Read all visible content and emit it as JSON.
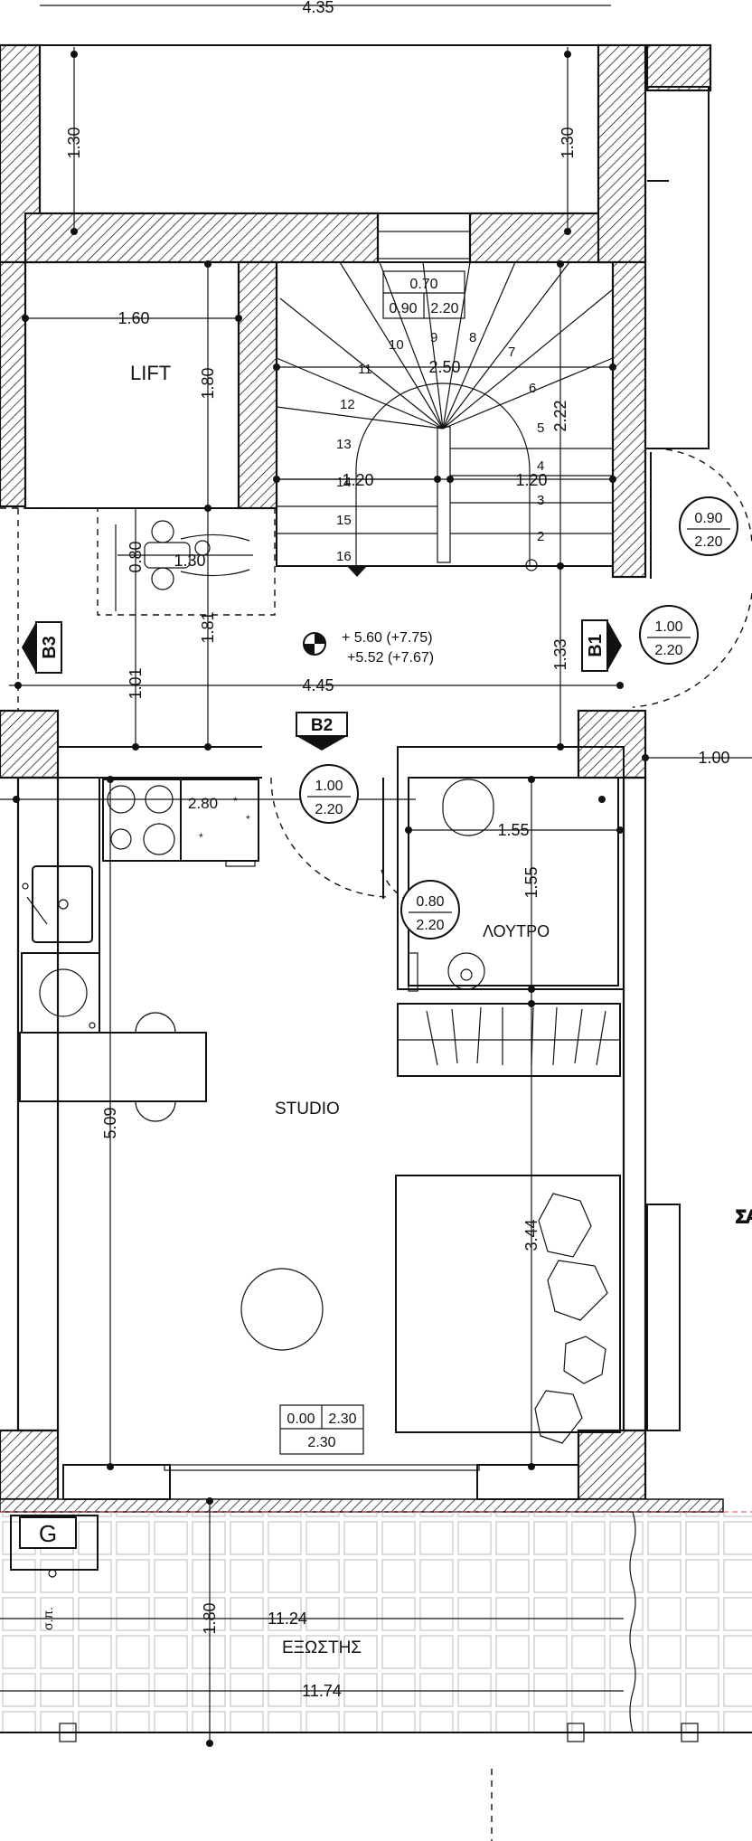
{
  "rooms": {
    "lift": "LIFT",
    "studio": "STUDIO",
    "bathroom": "ΛΟΥΤΡΟ",
    "balcony": "ΕΞΩΣΤΗΣ",
    "next_room": "ΣΑ"
  },
  "dimensions": {
    "top_width": "4.35",
    "left_top_height": "1.30",
    "right_top_height": "1.30",
    "lift_width": "1.60",
    "lift_height": "1.80",
    "stair_width": "2.50",
    "stair_left": "1.20",
    "stair_right": "1.20",
    "stair_right_height": "2.22",
    "landing_width": "4.45",
    "landing_left": "1.01",
    "landing_mid": "1.81",
    "landing_right": "1.33",
    "wheelchair_a": "0.80",
    "wheelchair_b": "1.30",
    "kitchen": "2.80",
    "bath_width": "1.55",
    "bath_height": "1.55",
    "studio_height": "5.09",
    "bed_height": "3.44",
    "balcony_depth": "1.80",
    "balcony_inner": "11.24",
    "balcony_outer": "11.74",
    "right_side": "1.00",
    "drain_label": "σ.π."
  },
  "levels": {
    "finish": "+ 5.60 (+7.75)",
    "structure": "+5.52 (+7.67)"
  },
  "stair_numbers": [
    "2",
    "3",
    "4",
    "5",
    "6",
    "7",
    "8",
    "9",
    "10",
    "11",
    "12",
    "13",
    "14",
    "15",
    "16"
  ],
  "window_stair": {
    "sill": "0.70",
    "width": "0.90",
    "height": "2.20"
  },
  "window_bottom": {
    "sill": "0.00",
    "width": "2.30",
    "height": "2.30"
  },
  "doors": [
    {
      "width": "0.90",
      "height": "2.20"
    },
    {
      "width": "1.00",
      "height": "2.20"
    },
    {
      "width": "1.00",
      "height": "2.20"
    },
    {
      "width": "0.80",
      "height": "2.20"
    }
  ],
  "section_marks": {
    "b1": "B1",
    "b2": "B2",
    "b3": "B3",
    "g": "G"
  }
}
